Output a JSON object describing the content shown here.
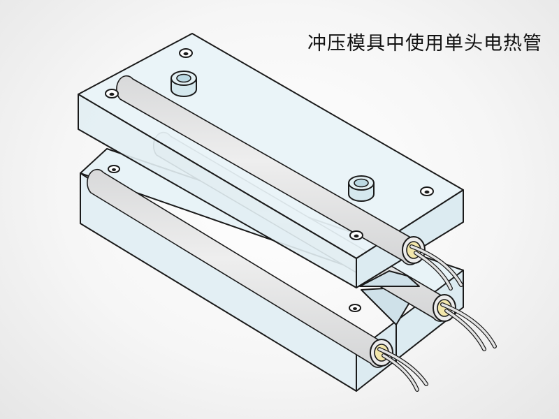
{
  "title": "冲压模具中使用单头电热管",
  "colors": {
    "block_fill": "#e8f3f7",
    "block_edge": "#1a1a1a",
    "heater_fill": "#e4e5e6",
    "ceramic_core": "#f3e7ab",
    "lead_wire": "#e4e4e4",
    "background": "#f4f4f4"
  },
  "components": {
    "upper_block": "upper-die-block",
    "lower_block": "lower-die-block",
    "heaters": [
      "heater-upper-rear",
      "heater-upper-front",
      "heater-lower"
    ],
    "bushings": [
      "guide-bushing-left",
      "guide-bushing-right"
    ]
  }
}
